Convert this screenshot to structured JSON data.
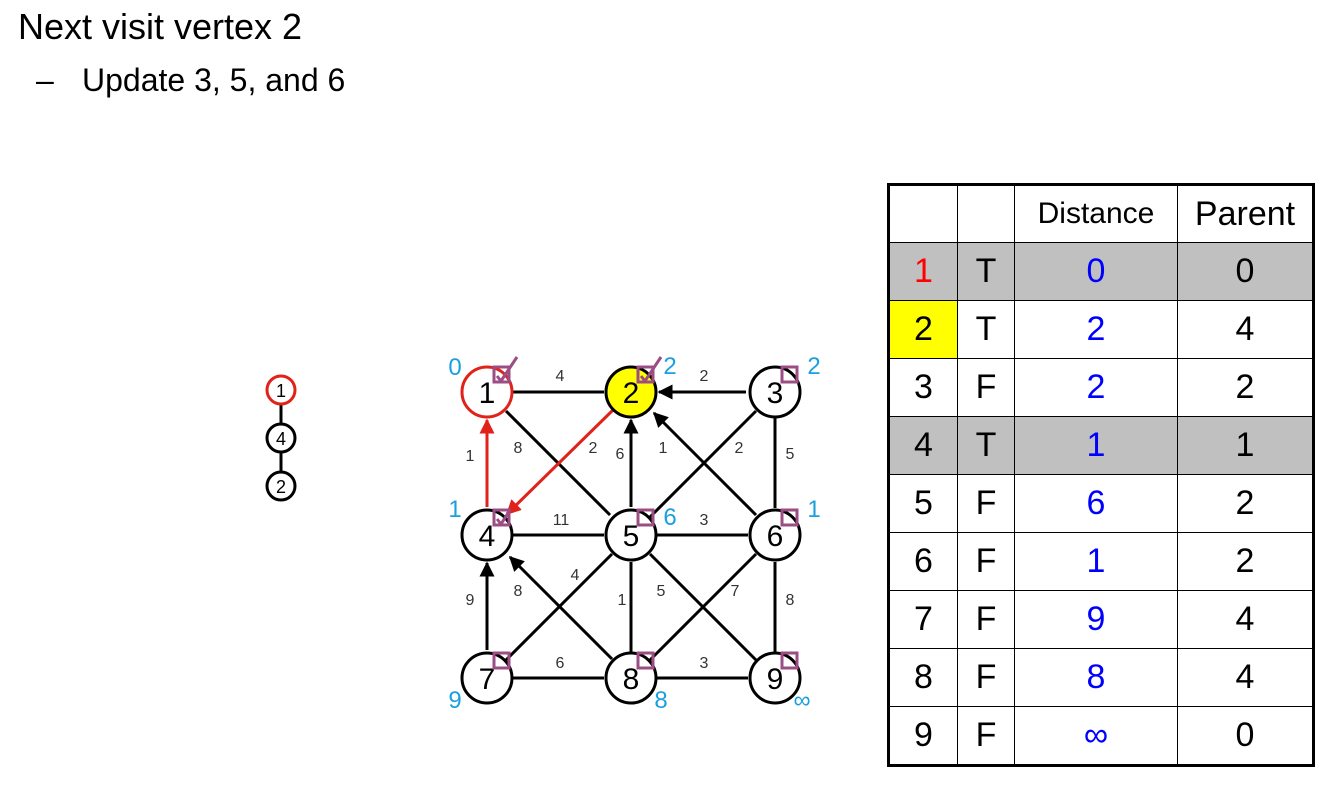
{
  "slide": {
    "title": "Next visit vertex 2",
    "bullet_dash": "–",
    "bullet_text": "Update 3, 5, and 6"
  },
  "colors": {
    "visited_edge": "#e0221b",
    "current_fill": "#ffff00",
    "dist_label": "#1a9fe0",
    "marker": "#9b4d84",
    "table_dist": "#0000ff",
    "table_grey": "#c0c0c0"
  },
  "path_stack": [
    "1",
    "4",
    "2"
  ],
  "graph": {
    "vertices": [
      {
        "id": "1",
        "dist": "0"
      },
      {
        "id": "2",
        "dist": "2"
      },
      {
        "id": "3",
        "dist": "2"
      },
      {
        "id": "4",
        "dist": "1"
      },
      {
        "id": "5",
        "dist": "6"
      },
      {
        "id": "6",
        "dist": "1"
      },
      {
        "id": "7",
        "dist": "9"
      },
      {
        "id": "8",
        "dist": "8"
      },
      {
        "id": "9",
        "dist": "∞"
      }
    ],
    "edges": [
      {
        "from": "1",
        "to": "2",
        "weight": "4"
      },
      {
        "from": "3",
        "to": "2",
        "weight": "2"
      },
      {
        "from": "4",
        "to": "1",
        "weight": "1"
      },
      {
        "from": "1",
        "to": "5",
        "weight": "8"
      },
      {
        "from": "2",
        "to": "4",
        "weight": "2"
      },
      {
        "from": "5",
        "to": "2",
        "weight": "6"
      },
      {
        "from": "6",
        "to": "2",
        "weight": "1"
      },
      {
        "from": "5",
        "to": "3",
        "weight": "2"
      },
      {
        "from": "3",
        "to": "6",
        "weight": "5"
      },
      {
        "from": "4",
        "to": "5",
        "weight": "11"
      },
      {
        "from": "5",
        "to": "6",
        "weight": "3"
      },
      {
        "from": "7",
        "to": "4",
        "weight": "9"
      },
      {
        "from": "8",
        "to": "4",
        "weight": "8"
      },
      {
        "from": "7",
        "to": "5",
        "weight": "4"
      },
      {
        "from": "5",
        "to": "8",
        "weight": "1"
      },
      {
        "from": "5",
        "to": "9",
        "weight": "5"
      },
      {
        "from": "8",
        "to": "6",
        "weight": "7"
      },
      {
        "from": "6",
        "to": "9",
        "weight": "8"
      },
      {
        "from": "7",
        "to": "8",
        "weight": "6"
      },
      {
        "from": "8",
        "to": "9",
        "weight": "3"
      }
    ]
  },
  "table": {
    "headers": [
      "",
      "",
      "Distance",
      "Parent"
    ],
    "rows": [
      {
        "vertex": "1",
        "visited": "T",
        "distance": "0",
        "parent": "0"
      },
      {
        "vertex": "2",
        "visited": "T",
        "distance": "2",
        "parent": "4"
      },
      {
        "vertex": "3",
        "visited": "F",
        "distance": "2",
        "parent": "2"
      },
      {
        "vertex": "4",
        "visited": "T",
        "distance": "1",
        "parent": "1"
      },
      {
        "vertex": "5",
        "visited": "F",
        "distance": "6",
        "parent": "2"
      },
      {
        "vertex": "6",
        "visited": "F",
        "distance": "1",
        "parent": "2"
      },
      {
        "vertex": "7",
        "visited": "F",
        "distance": "9",
        "parent": "4"
      },
      {
        "vertex": "8",
        "visited": "F",
        "distance": "8",
        "parent": "4"
      },
      {
        "vertex": "9",
        "visited": "F",
        "distance": "∞",
        "parent": "0"
      }
    ]
  }
}
